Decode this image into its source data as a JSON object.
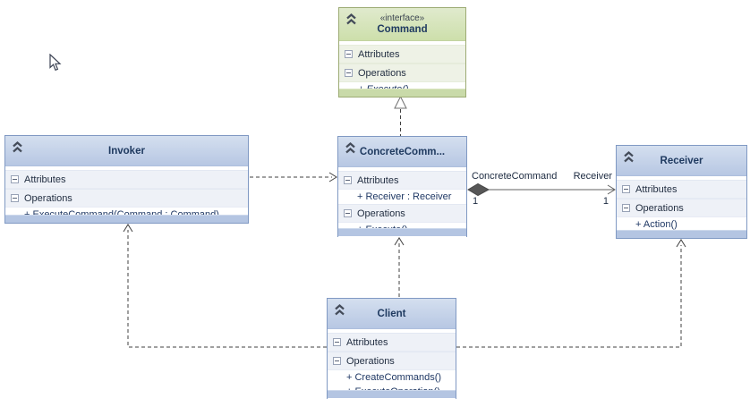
{
  "colors": {
    "class_header_blue": "#c3d2e8",
    "class_border_blue": "#8099c3",
    "interface_header_green": "#d6e3ba",
    "interface_border_green": "#9dab74",
    "member_text": "#1f3864",
    "connector_line": "#404040",
    "composition_diamond": "#575757"
  },
  "icons": {
    "collapse_chevron": "chevron-double-up",
    "section_expander": "minus-box"
  },
  "classes": {
    "command": {
      "stereotype": "«interface»",
      "title": "Command",
      "attributes_label": "Attributes",
      "operations_label": "Operations",
      "operations": [
        "+ Execute()"
      ]
    },
    "invoker": {
      "title": "Invoker",
      "attributes_label": "Attributes",
      "operations_label": "Operations",
      "operations": [
        "+ ExecuteCommand(Command : Command)"
      ]
    },
    "concrete_command": {
      "title": "ConcreteComm...",
      "attributes_label": "Attributes",
      "attributes": [
        "+ Receiver : Receiver"
      ],
      "operations_label": "Operations",
      "operations": [
        "+ Execute()"
      ]
    },
    "receiver": {
      "title": "Receiver",
      "attributes_label": "Attributes",
      "operations_label": "Operations",
      "operations": [
        "+ Action()"
      ]
    },
    "client": {
      "title": "Client",
      "attributes_label": "Attributes",
      "operations_label": "Operations",
      "operations": [
        "+ CreateCommands()",
        "+ ExecuteOperation()"
      ]
    }
  },
  "connectors": {
    "composition": {
      "source_role": "ConcreteCommand",
      "target_role": "Receiver",
      "source_multiplicity": "1",
      "target_multiplicity": "1"
    }
  }
}
